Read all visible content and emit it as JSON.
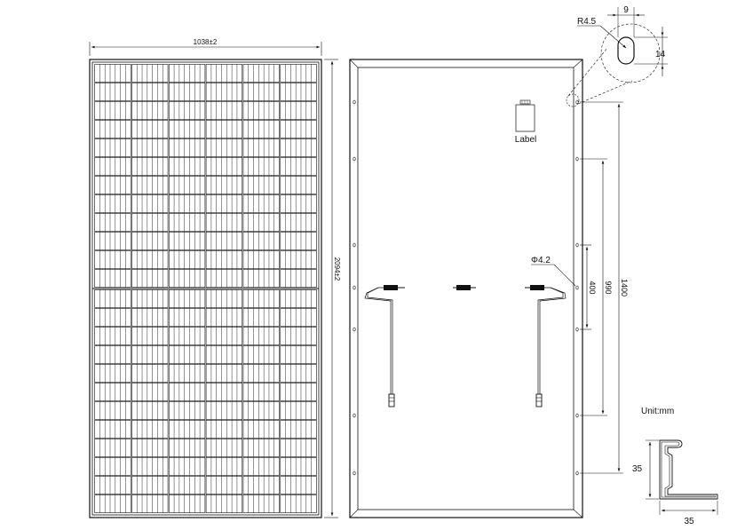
{
  "front": {
    "width_label": "1038±2",
    "height_label": "2094±2",
    "cell_columns": 6,
    "cell_rows_per_half": 12,
    "ribs_per_cell": 7
  },
  "rear": {
    "label_text": "Label",
    "hole_diameter": "Φ4.2",
    "dim_400": "400",
    "dim_990": "990",
    "dim_1400": "1400"
  },
  "detail": {
    "radius": "R4.5",
    "slot_width": "9",
    "slot_height": "14"
  },
  "profile": {
    "unit": "Unit:mm",
    "height": "35",
    "width": "35"
  }
}
